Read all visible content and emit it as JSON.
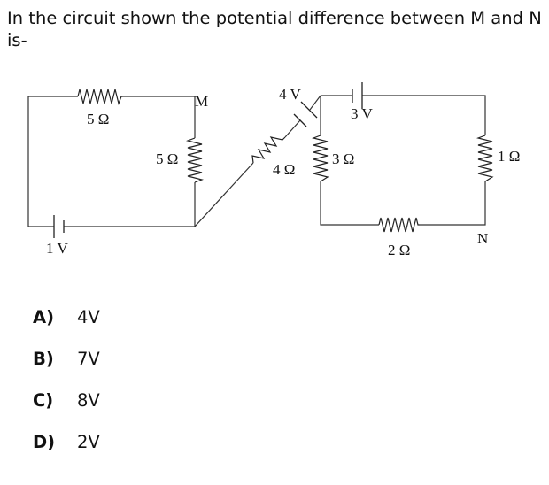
{
  "question": {
    "text": "In the circuit shown the potential difference between M and N is-"
  },
  "diagram": {
    "labels": {
      "r_top_left": "5 Ω",
      "r_middle_vertical": "5 Ω",
      "node_m": "M",
      "battery_left": "1 V",
      "battery_diagonal": "4 V",
      "r_diagonal": "4 Ω",
      "battery_top_right": "3 V",
      "r_right_inner": "3 Ω",
      "r_right_outer": "1 Ω",
      "node_n": "N",
      "r_bottom_right": "2 Ω"
    }
  },
  "options": [
    {
      "letter": "A)",
      "value": "4V"
    },
    {
      "letter": "B)",
      "value": "7V"
    },
    {
      "letter": "C)",
      "value": "8V"
    },
    {
      "letter": "D)",
      "value": "2V"
    }
  ]
}
